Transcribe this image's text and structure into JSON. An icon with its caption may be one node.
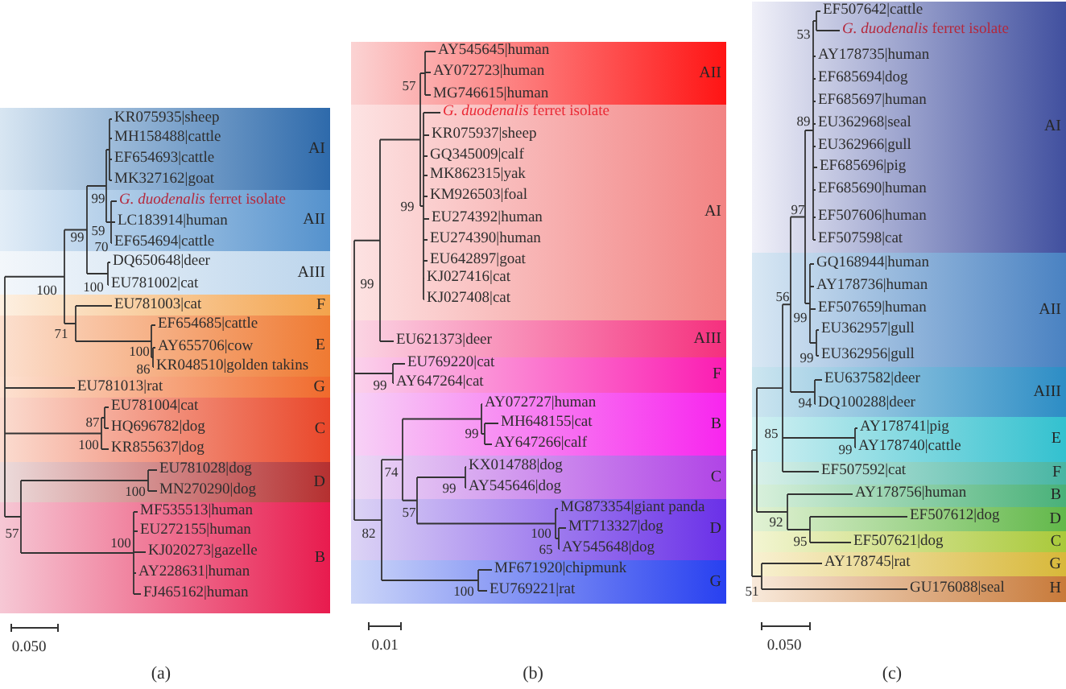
{
  "diagram": {
    "nodes": [
      {
        "text": [
          "AI"
        ]
      },
      {
        "text": [
          "KR075935|sheep"
        ],
        "in": 0
      },
      {
        "text": [
          "MH158488|cattle"
        ],
        "in": 0
      },
      {
        "text": [
          "EF654693|cattle"
        ],
        "in": 0
      },
      {
        "text": [
          "MK327162|goat"
        ],
        "in": 0
      },
      {
        "text": [
          "AII"
        ]
      },
      {
        "text": [
          "*G. duodenalis* ferret isolate"
        ],
        "in": 5
      },
      {
        "text": [
          "LC183914|human"
        ],
        "in": 5
      },
      {
        "text": [
          "EF654694|cattle"
        ],
        "in": 5
      },
      {
        "text": [
          "AIII"
        ]
      },
      {
        "text": [
          "DQ650648|deer"
        ],
        "in": 9
      },
      {
        "text": [
          "EU781002|cat"
        ],
        "in": 9
      },
      {
        "text": [
          "F"
        ]
      },
      {
        "text": [
          "EU781003|cat"
        ],
        "in": 12
      },
      {
        "text": [
          "E"
        ]
      },
      {
        "text": [
          "EF654685|cattle"
        ],
        "in": 14
      },
      {
        "text": [
          "AY655706|cow"
        ],
        "in": 14
      },
      {
        "text": [
          "KR048510|golden takins"
        ],
        "in": 14
      },
      {
        "text": [
          "G"
        ]
      },
      {
        "text": [
          "EU781013|rat"
        ],
        "in": 18
      },
      {
        "text": [
          "C"
        ]
      },
      {
        "text": [
          "EU781004|cat"
        ],
        "in": 20
      },
      {
        "text": [
          "HQ696782|dog"
        ],
        "in": 20
      },
      {
        "text": [
          "KR855637|dog"
        ],
        "in": 20
      },
      {
        "text": [
          "D"
        ]
      },
      {
        "text": [
          "EU781028|dog"
        ],
        "in": 24
      },
      {
        "text": [
          "MN270290|dog"
        ],
        "in": 24
      },
      {
        "text": [
          "B"
        ]
      },
      {
        "text": [
          "MF535513|human"
        ],
        "in": 27
      },
      {
        "text": [
          "EU272155|human"
        ],
        "in": 27
      },
      {
        "text": [
          "KJ020273|gazelle"
        ],
        "in": 27
      },
      {
        "text": [
          "AY228631|human"
        ],
        "in": 27
      },
      {
        "text": [
          "FJ465162|human"
        ],
        "in": 27
      },
      {
        "text": [
          "AII"
        ]
      },
      {
        "text": [
          "AY545645|human"
        ],
        "in": 33
      },
      {
        "text": [
          "AY072723|human"
        ],
        "in": 33
      },
      {
        "text": [
          "MG746615|human"
        ],
        "in": 33
      },
      {
        "text": [
          "AI"
        ]
      },
      {
        "text": [
          "*G. duodenalis* ferret isolate"
        ],
        "in": 37
      },
      {
        "text": [
          "KR075937|sheep"
        ],
        "in": 37
      },
      {
        "text": [
          "GQ345009|calf"
        ],
        "in": 37
      },
      {
        "text": [
          "MK862315|yak"
        ],
        "in": 37
      },
      {
        "text": [
          "KM926503|foal"
        ],
        "in": 37
      },
      {
        "text": [
          "EU274392|human"
        ],
        "in": 37
      },
      {
        "text": [
          "EU274390|human"
        ],
        "in": 37
      },
      {
        "text": [
          "EU642897|goat"
        ],
        "in": 37
      },
      {
        "text": [
          "KJ027416|cat"
        ],
        "in": 37
      },
      {
        "text": [
          "KJ027408|cat"
        ],
        "in": 37
      },
      {
        "text": [
          "AIII"
        ]
      },
      {
        "text": [
          "EU621373|deer"
        ],
        "in": 48
      },
      {
        "text": [
          "F"
        ]
      },
      {
        "text": [
          "EU769220|cat"
        ],
        "in": 50
      },
      {
        "text": [
          "AY647264|cat"
        ],
        "in": 50
      },
      {
        "text": [
          "B"
        ]
      },
      {
        "text": [
          "AY072727|human"
        ],
        "in": 53
      },
      {
        "text": [
          "MH648155|cat"
        ],
        "in": 53
      },
      {
        "text": [
          "AY647266|calf"
        ],
        "in": 53
      },
      {
        "text": [
          "C"
        ]
      },
      {
        "text": [
          "KX014788|dog"
        ],
        "in": 57
      },
      {
        "text": [
          "AY545646|dog"
        ],
        "in": 57
      },
      {
        "text": [
          "D"
        ]
      },
      {
        "text": [
          "MG873354|giant panda"
        ],
        "in": 60
      },
      {
        "text": [
          "MT713327|dog"
        ],
        "in": 60
      },
      {
        "text": [
          "AY545648|dog"
        ],
        "in": 60
      },
      {
        "text": [
          "G"
        ]
      },
      {
        "text": [
          "MF671920|chipmunk"
        ],
        "in": 64
      },
      {
        "text": [
          "EU769221|rat"
        ],
        "in": 64
      },
      {
        "text": [
          "AI"
        ]
      },
      {
        "text": [
          "EF507642|cattle"
        ],
        "in": 67
      },
      {
        "text": [
          "*G. duodenalis* ferret isolate"
        ],
        "in": 67
      },
      {
        "text": [
          "AY178735|human"
        ],
        "in": 67
      },
      {
        "text": [
          "EF685694|dog"
        ],
        "in": 67
      },
      {
        "text": [
          "EF685697|human"
        ],
        "in": 67
      },
      {
        "text": [
          "EU362968|seal"
        ],
        "in": 67
      },
      {
        "text": [
          "EU362966|gull"
        ],
        "in": 67
      },
      {
        "text": [
          "EF685696|pig"
        ],
        "in": 67
      },
      {
        "text": [
          "EF685690|human"
        ],
        "in": 67
      },
      {
        "text": [
          "EF507606|human"
        ],
        "in": 67
      },
      {
        "text": [
          "EF507598|cat"
        ],
        "in": 67
      },
      {
        "text": [
          "AII"
        ]
      },
      {
        "text": [
          "GQ168944|human"
        ],
        "in": 79
      },
      {
        "text": [
          "AY178736|human"
        ],
        "in": 79
      },
      {
        "text": [
          "EF507659|human"
        ],
        "in": 79
      },
      {
        "text": [
          "EU362957|gull"
        ],
        "in": 79
      },
      {
        "text": [
          "EU362956|gull"
        ],
        "in": 79
      },
      {
        "text": [
          "AIII"
        ]
      },
      {
        "text": [
          "EU637582|deer"
        ],
        "in": 85
      },
      {
        "text": [
          "DQ100288|deer"
        ],
        "in": 85
      },
      {
        "text": [
          "E"
        ]
      },
      {
        "text": [
          "AY178741|pig"
        ],
        "in": 88
      },
      {
        "text": [
          "AY178740|cattle"
        ],
        "in": 88
      },
      {
        "text": [
          "F"
        ]
      },
      {
        "text": [
          "EF507592|cat"
        ],
        "in": 91
      },
      {
        "text": [
          "B"
        ]
      },
      {
        "text": [
          "AY178756|human"
        ],
        "in": 93
      },
      {
        "text": [
          "D"
        ]
      },
      {
        "text": [
          "EF507612|dog"
        ],
        "in": 95
      },
      {
        "text": [
          "C"
        ]
      },
      {
        "text": [
          "EF507621|dog"
        ],
        "in": 97
      },
      {
        "text": [
          "G"
        ]
      },
      {
        "text": [
          "AY178745|rat"
        ],
        "in": 99
      },
      {
        "text": [
          "H"
        ]
      },
      {
        "text": [
          "GU176088|seal"
        ],
        "in": 101
      }
    ],
    "labels": [
      "99",
      "59",
      "99",
      "70",
      "100",
      "100",
      "71",
      "100",
      "86",
      "87",
      "100",
      "100",
      "57",
      "100",
      "0.050",
      "(a)",
      "57",
      "99",
      "99",
      "99",
      "99",
      "74",
      "99",
      "57",
      "82",
      "100",
      "65",
      "100",
      "0.01",
      "(b)",
      "53",
      "89",
      "97",
      "56",
      "99",
      "99",
      "94",
      "85",
      "99",
      "92",
      "95",
      "51",
      "0.050",
      "(c)"
    ]
  }
}
